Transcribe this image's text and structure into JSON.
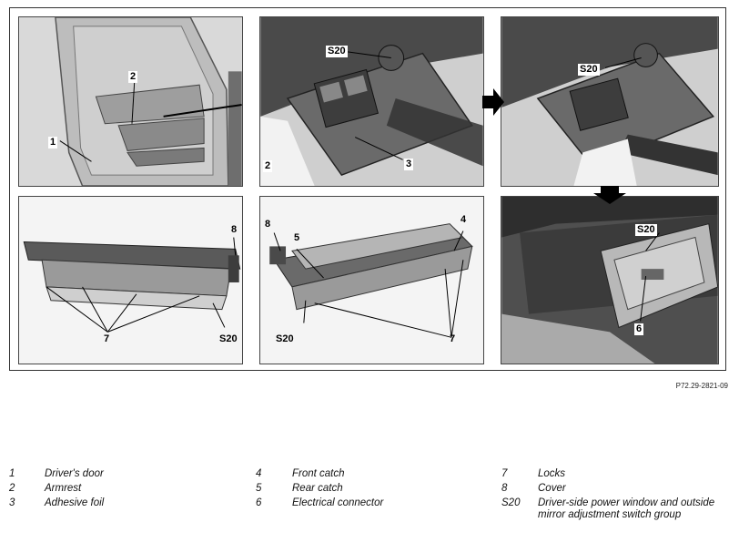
{
  "figure": {
    "code": "P72.29-2821-09",
    "panels": {
      "door": {
        "callouts": [
          "1",
          "2"
        ]
      },
      "bezel": {
        "callouts": [
          "S20",
          "2",
          "3"
        ]
      },
      "removed": {
        "callouts": [
          "S20"
        ]
      },
      "switch_side": {
        "callouts": [
          "8",
          "7",
          "S20"
        ]
      },
      "switch_angle": {
        "callouts": [
          "8",
          "5",
          "4",
          "S20",
          "7"
        ]
      },
      "connector": {
        "callouts": [
          "S20",
          "6"
        ]
      }
    }
  },
  "legend": [
    {
      "num": "1",
      "desc": "Driver's door"
    },
    {
      "num": "2",
      "desc": "Armrest"
    },
    {
      "num": "3",
      "desc": "Adhesive foil"
    },
    {
      "num": "4",
      "desc": "Front catch"
    },
    {
      "num": "5",
      "desc": "Rear catch"
    },
    {
      "num": "6",
      "desc": "Electrical connector"
    },
    {
      "num": "7",
      "desc": "Locks"
    },
    {
      "num": "8",
      "desc": "Cover"
    },
    {
      "num": "S20",
      "desc": "Driver-side power window and outside mirror adjustment switch group"
    }
  ]
}
